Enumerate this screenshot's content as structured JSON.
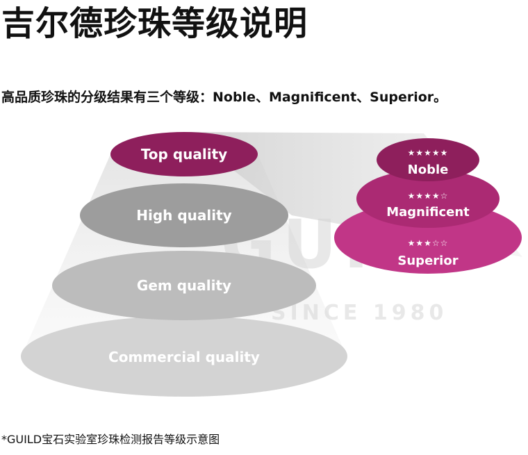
{
  "header": {
    "title": "吉尔德珍珠等级说明",
    "subtitle": "高品质珍珠的分级结果有三个等级：Noble、Magnificent、Superior。"
  },
  "diagram": {
    "levels": [
      {
        "label": "Top quality",
        "color": "#8e1f5c"
      },
      {
        "label": "High quality",
        "color": "#9a9a9a"
      },
      {
        "label": "Gem quality",
        "color": "#b9b9b9"
      },
      {
        "label": "Commercial quality",
        "color": "#d3d3d3"
      }
    ],
    "grades": [
      {
        "stars": "★★★★★",
        "label": "Noble",
        "color": "#8e1f5c",
        "rating": 5
      },
      {
        "stars": "★★★★☆",
        "label": "Magnificent",
        "color": "#ab2a73",
        "rating": 4
      },
      {
        "stars": "★★★☆☆",
        "label": "Superior",
        "color": "#c13687",
        "rating": 3
      }
    ],
    "watermark": {
      "brand": "GUILD",
      "since": "SINCE 1980"
    }
  },
  "footer": {
    "note": "*GUILD宝石实验室珍珠检测报告等级示意图"
  }
}
